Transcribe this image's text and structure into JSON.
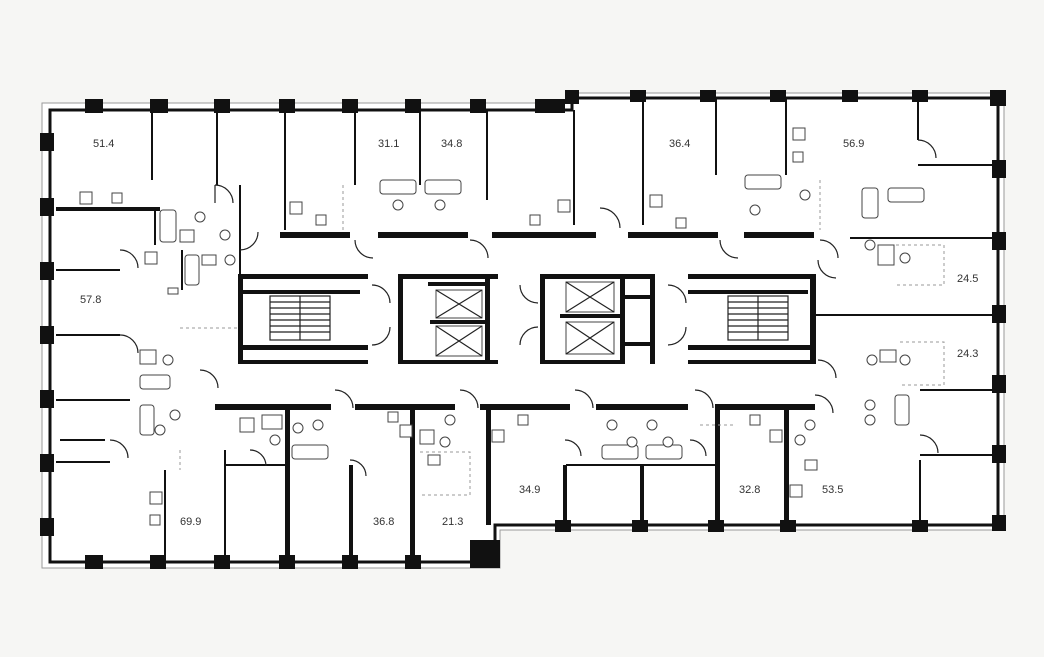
{
  "floor_plan": {
    "background": "#f6f6f4",
    "wall_color": "#111111",
    "apartments": [
      {
        "id": "apt-1",
        "area": "51.4"
      },
      {
        "id": "apt-2",
        "area": "31.1"
      },
      {
        "id": "apt-3",
        "area": "34.8"
      },
      {
        "id": "apt-4",
        "area": "36.4"
      },
      {
        "id": "apt-5",
        "area": "56.9"
      },
      {
        "id": "apt-6",
        "area": "57.8"
      },
      {
        "id": "apt-7",
        "area": "24.5"
      },
      {
        "id": "apt-8",
        "area": "24.3"
      },
      {
        "id": "apt-9",
        "area": "69.9"
      },
      {
        "id": "apt-10",
        "area": "36.8"
      },
      {
        "id": "apt-11",
        "area": "21.3"
      },
      {
        "id": "apt-12",
        "area": "34.9"
      },
      {
        "id": "apt-13",
        "area": "32.8"
      },
      {
        "id": "apt-14",
        "area": "53.5"
      }
    ]
  }
}
